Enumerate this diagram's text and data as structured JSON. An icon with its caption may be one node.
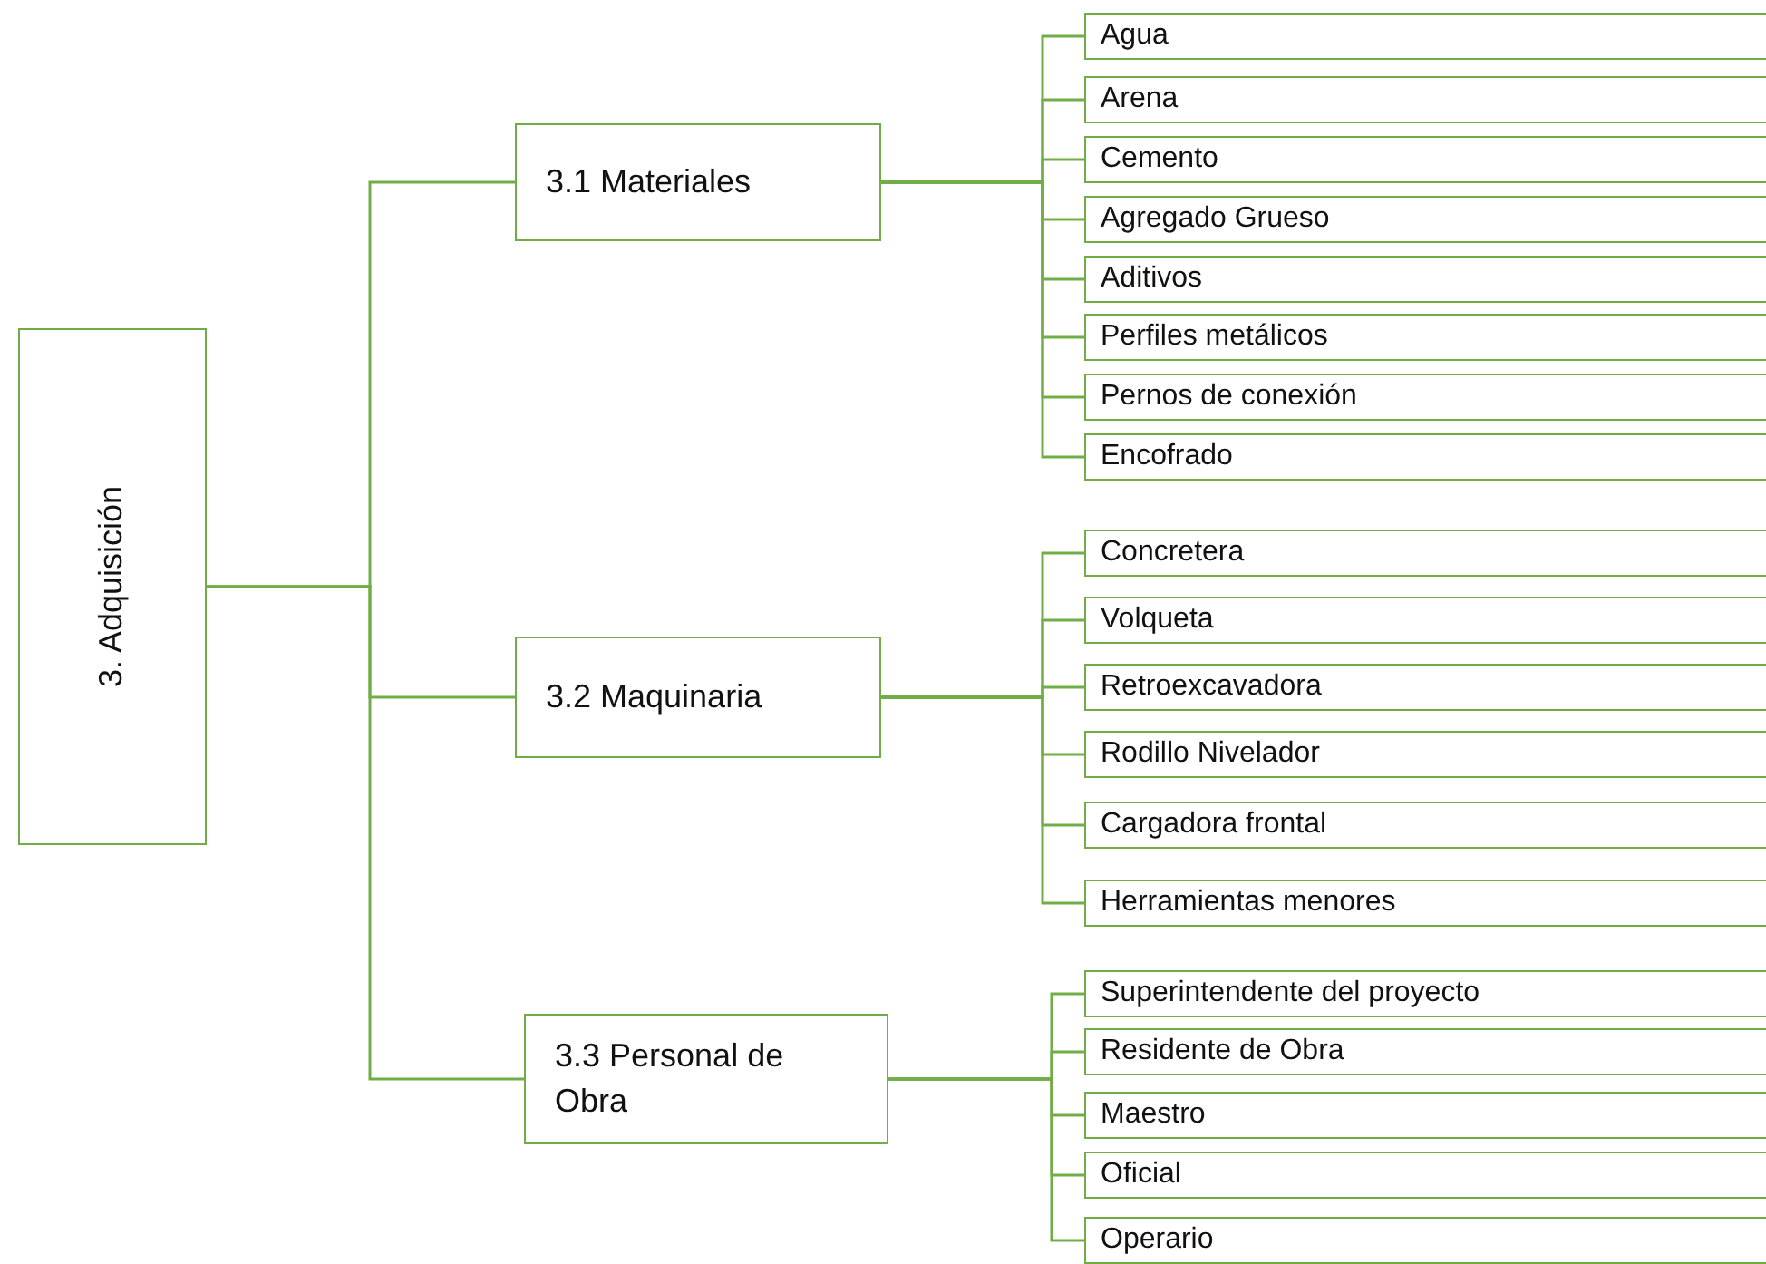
{
  "diagram": {
    "nodes": [
      {
        "text": [
          "3. Adquisición"
        ]
      },
      {
        "text": [
          "3.1 Materiales"
        ]
      },
      {
        "text": [
          "Agua"
        ]
      },
      {
        "text": [
          "Arena"
        ]
      },
      {
        "text": [
          "Cemento"
        ]
      },
      {
        "text": [
          "Agregado Grueso"
        ]
      },
      {
        "text": [
          "Aditivos"
        ]
      },
      {
        "text": [
          "Perfiles metálicos"
        ]
      },
      {
        "text": [
          "Pernos de conexión"
        ]
      },
      {
        "text": [
          "Encofrado"
        ]
      },
      {
        "text": [
          "3.2 Maquinaria"
        ]
      },
      {
        "text": [
          "Concretera"
        ]
      },
      {
        "text": [
          "Volqueta"
        ]
      },
      {
        "text": [
          "Retroexcavadora"
        ]
      },
      {
        "text": [
          "Rodillo Nivelador"
        ]
      },
      {
        "text": [
          "Cargadora frontal"
        ]
      },
      {
        "text": [
          "Herramientas menores"
        ]
      },
      {
        "text": [
          "3.3 Personal de Obra"
        ]
      },
      {
        "text": [
          "Superintendente del proyecto"
        ]
      },
      {
        "text": [
          "Residente de Obra"
        ]
      },
      {
        "text": [
          "Maestro"
        ]
      },
      {
        "text": [
          "Oficial"
        ]
      },
      {
        "text": [
          "Operario"
        ]
      }
    ],
    "edges": [
      {
        "from": 0,
        "to": 1,
        "arrow": "none"
      },
      {
        "from": 0,
        "to": 10,
        "arrow": "none"
      },
      {
        "from": 0,
        "to": 17,
        "arrow": "none"
      },
      {
        "from": 1,
        "to": 2,
        "arrow": "none"
      },
      {
        "from": 1,
        "to": 3,
        "arrow": "none"
      },
      {
        "from": 1,
        "to": 4,
        "arrow": "none"
      },
      {
        "from": 1,
        "to": 5,
        "arrow": "none"
      },
      {
        "from": 1,
        "to": 6,
        "arrow": "none"
      },
      {
        "from": 1,
        "to": 7,
        "arrow": "none"
      },
      {
        "from": 1,
        "to": 8,
        "arrow": "none"
      },
      {
        "from": 1,
        "to": 9,
        "arrow": "none"
      },
      {
        "from": 10,
        "to": 11,
        "arrow": "none"
      },
      {
        "from": 10,
        "to": 12,
        "arrow": "none"
      },
      {
        "from": 10,
        "to": 13,
        "arrow": "none"
      },
      {
        "from": 10,
        "to": 14,
        "arrow": "none"
      },
      {
        "from": 10,
        "to": 15,
        "arrow": "none"
      },
      {
        "from": 10,
        "to": 16,
        "arrow": "none"
      },
      {
        "from": 17,
        "to": 18,
        "arrow": "none"
      },
      {
        "from": 17,
        "to": 19,
        "arrow": "none"
      },
      {
        "from": 17,
        "to": 20,
        "arrow": "none"
      },
      {
        "from": 17,
        "to": 21,
        "arrow": "none"
      },
      {
        "from": 17,
        "to": 22,
        "arrow": "none"
      }
    ]
  }
}
